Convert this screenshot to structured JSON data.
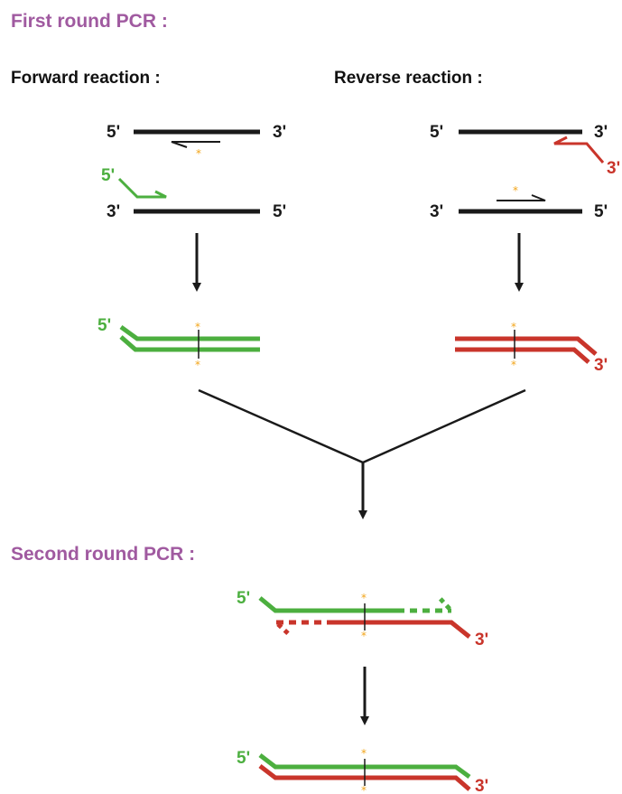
{
  "headings": {
    "first_round": "First round PCR :",
    "second_round": "Second round PCR :"
  },
  "reactions": {
    "forward": "Forward reaction :",
    "reverse": "Reverse reaction :"
  },
  "end_labels": {
    "five_prime": "5'",
    "three_prime": "3'"
  },
  "mutation_marker": "*",
  "colors": {
    "heading": "#a05aa0",
    "strand": "#1a1a1a",
    "green": "#4caf3f",
    "red": "#c9352b",
    "star": "#f2a51a"
  }
}
